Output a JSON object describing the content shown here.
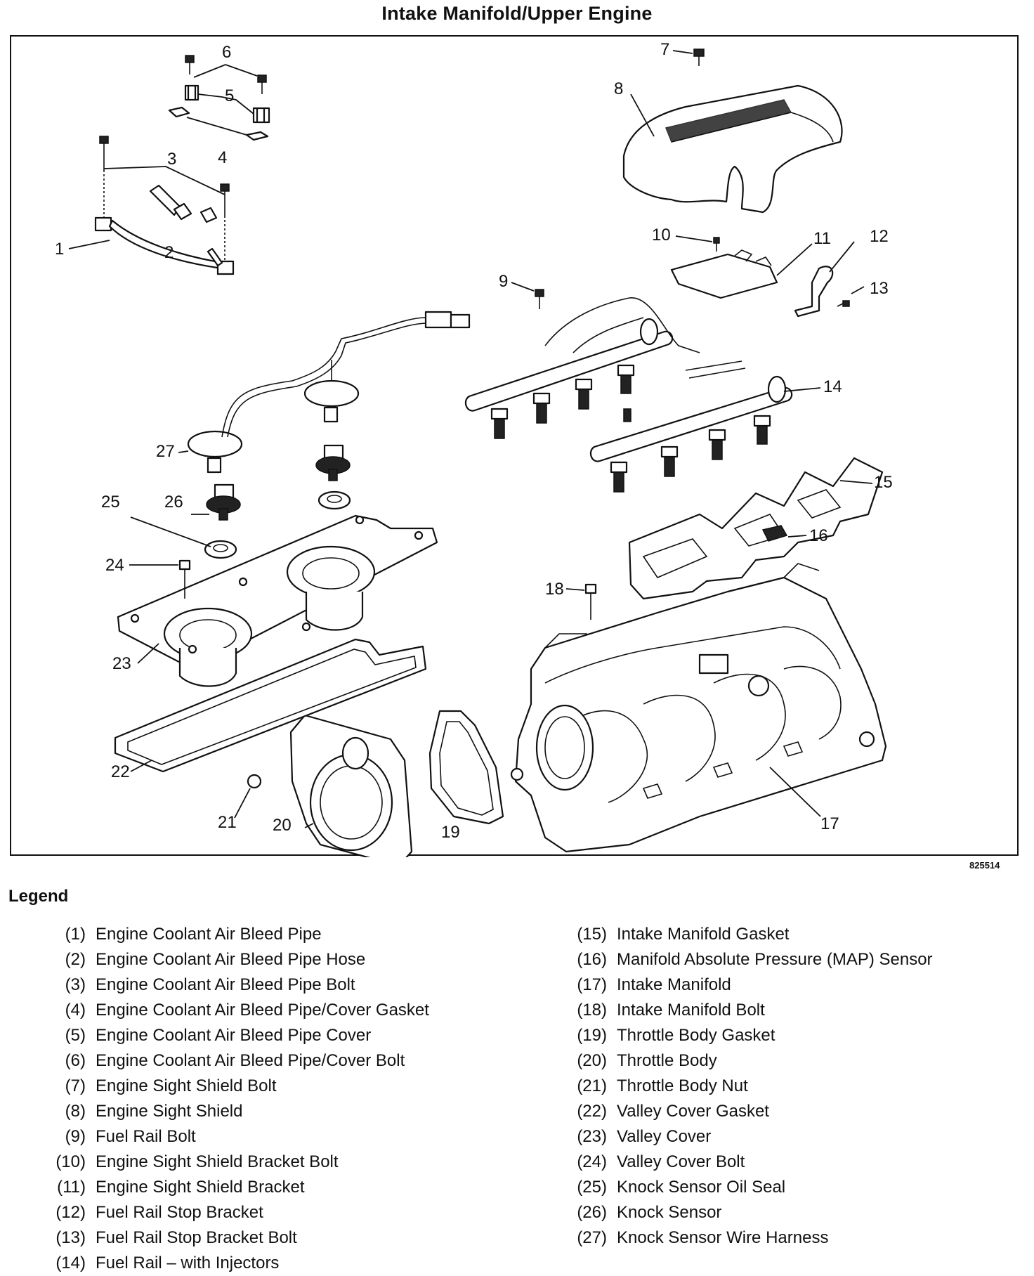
{
  "title": "Intake Manifold/Upper Engine",
  "figure_id": "825514",
  "callouts": [
    "1",
    "2",
    "3",
    "4",
    "5",
    "6",
    "7",
    "8",
    "9",
    "10",
    "11",
    "12",
    "13",
    "14",
    "15",
    "16",
    "17",
    "18",
    "19",
    "20",
    "21",
    "22",
    "23",
    "24",
    "25",
    "26",
    "27"
  ],
  "legend": {
    "title": "Legend",
    "items": [
      {
        "num": "(1)",
        "label": "Engine Coolant Air Bleed Pipe"
      },
      {
        "num": "(2)",
        "label": "Engine Coolant Air Bleed Pipe Hose"
      },
      {
        "num": "(3)",
        "label": "Engine Coolant Air Bleed Pipe Bolt"
      },
      {
        "num": "(4)",
        "label": "Engine Coolant Air Bleed Pipe/Cover Gasket"
      },
      {
        "num": "(5)",
        "label": "Engine Coolant Air Bleed Pipe Cover"
      },
      {
        "num": "(6)",
        "label": "Engine Coolant Air Bleed Pipe/Cover Bolt"
      },
      {
        "num": "(7)",
        "label": "Engine Sight Shield Bolt"
      },
      {
        "num": "(8)",
        "label": "Engine Sight Shield"
      },
      {
        "num": "(9)",
        "label": "Fuel Rail Bolt"
      },
      {
        "num": "(10)",
        "label": "Engine Sight Shield Bracket Bolt"
      },
      {
        "num": "(11)",
        "label": "Engine Sight Shield Bracket"
      },
      {
        "num": "(12)",
        "label": "Fuel Rail Stop Bracket"
      },
      {
        "num": "(13)",
        "label": "Fuel Rail Stop Bracket Bolt"
      },
      {
        "num": "(14)",
        "label": "Fuel Rail – with Injectors"
      },
      {
        "num": "(15)",
        "label": "Intake Manifold Gasket"
      },
      {
        "num": "(16)",
        "label": "Manifold Absolute Pressure (MAP) Sensor"
      },
      {
        "num": "(17)",
        "label": "Intake Manifold"
      },
      {
        "num": "(18)",
        "label": "Intake Manifold Bolt"
      },
      {
        "num": "(19)",
        "label": "Throttle Body Gasket"
      },
      {
        "num": "(20)",
        "label": "Throttle Body"
      },
      {
        "num": "(21)",
        "label": "Throttle Body Nut"
      },
      {
        "num": "(22)",
        "label": "Valley Cover Gasket"
      },
      {
        "num": "(23)",
        "label": "Valley Cover"
      },
      {
        "num": "(24)",
        "label": "Valley Cover Bolt"
      },
      {
        "num": "(25)",
        "label": "Knock Sensor Oil Seal"
      },
      {
        "num": "(26)",
        "label": "Knock Sensor"
      },
      {
        "num": "(27)",
        "label": "Knock Sensor Wire Harness"
      }
    ]
  }
}
